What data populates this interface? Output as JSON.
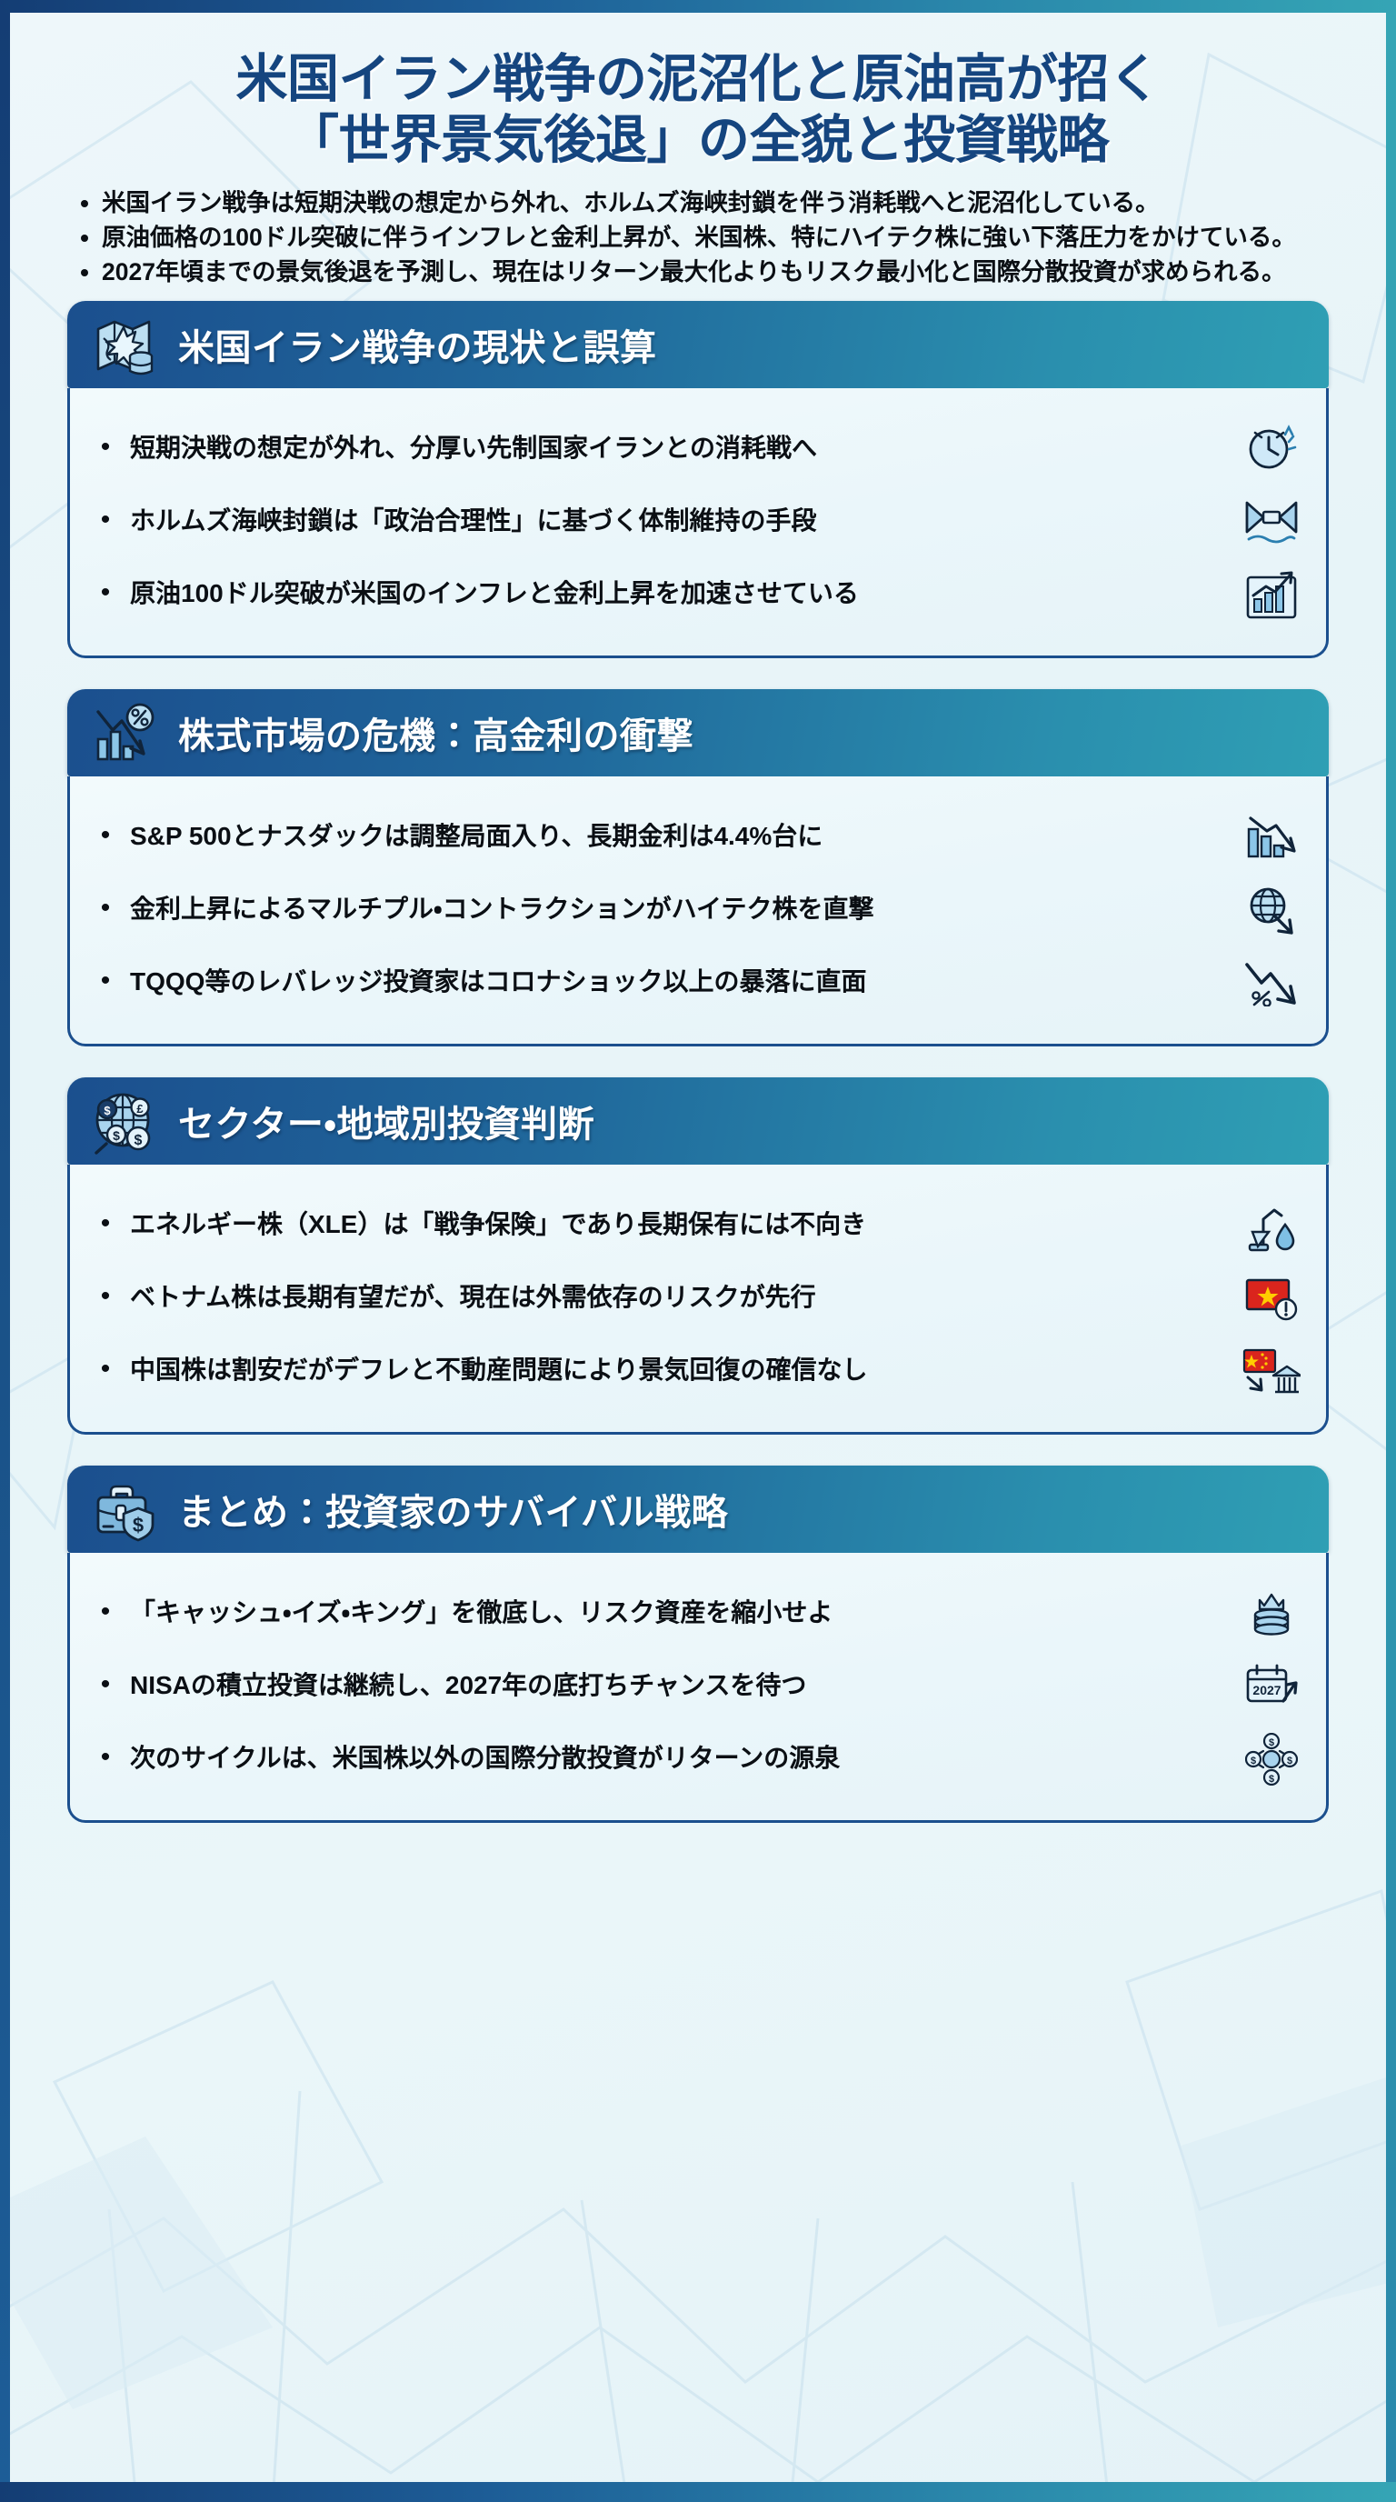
{
  "title": {
    "line1": "米国イラン戦争の泥沼化と原油高が招く",
    "line2": "「世界景気後退」の全貌と投資戦略"
  },
  "intro_bullets": [
    "米国イラン戦争は短期決戦の想定から外れ、ホルムズ海峡封鎖を伴う消耗戦へと泥沼化している。",
    "原油価格の100ドル突破に伴うインフレと金利上昇が、米国株、特にハイテク株に強い下落圧力をかけている。",
    "2027年頃までの景気後退を予測し、現在はリターン最大化よりもリスク最小化と国際分散投資が求められる。"
  ],
  "sections": [
    {
      "id": "war-status",
      "heading": "米国イラン戦争の現状と誤算",
      "head_icon": "map-explosion-oilbarrel-icon",
      "bullet": "•",
      "items": [
        {
          "text": "短期決戦の想定が外れ、分厚い先制国家イランとの消耗戦へ",
          "icon": "clock-warning-icon"
        },
        {
          "text": "ホルムズ海峡封鎖は「政治合理性」に基づく体制維持の手段",
          "icon": "strait-blockade-icon"
        },
        {
          "text": "原油100ドル突破が米国のインフレと金利上昇を加速させている",
          "icon": "rising-bar-chart-icon"
        }
      ]
    },
    {
      "id": "stock-crisis",
      "heading": "株式市場の危機：高金利の衝撃",
      "head_icon": "falling-chart-percent-icon",
      "bullet": "•",
      "items": [
        {
          "text": "S&P 500とナスダックは調整局面入り、長期金利は4.4%台に",
          "icon": "declining-bar-chart-icon"
        },
        {
          "text": "金利上昇によるマルチプル・コントラクションがハイテク株を直撃",
          "icon": "globe-down-arrow-icon"
        },
        {
          "text": "TQQQ等のレバレッジ投資家はコロナショック以上の暴落に直面",
          "icon": "steep-drop-percent-icon"
        }
      ]
    },
    {
      "id": "sector-region",
      "heading": "セクター・地域別投資判断",
      "head_icon": "globe-currency-magnifier-icon",
      "bullet": "•",
      "items": [
        {
          "text": "エネルギー株（XLE）は「戦争保険」であり長期保有には不向き",
          "icon": "oil-pump-drop-icon"
        },
        {
          "text": "ベトナム株は長期有望だが、現在は外需依存のリスクが先行",
          "icon": "vietnam-flag-warning-icon"
        },
        {
          "text": "中国株は割安だがデフレと不動産問題により景気回復の確信なし",
          "icon": "china-flag-decline-icon"
        }
      ]
    },
    {
      "id": "summary-strategy",
      "heading": "まとめ：投資家のサバイバル戦略",
      "head_icon": "briefcase-shield-dollar-icon",
      "bullet": "•",
      "items": [
        {
          "text": "「キャッシュ・イズ・キング」を徹底し、リスク資産を縮小せよ",
          "icon": "coin-stack-crown-icon"
        },
        {
          "text": "NISAの積立投資は継続し、2027年の底打ちチャンスを待つ",
          "icon": "calendar-2027-rebound-icon",
          "label": "2027"
        },
        {
          "text": "次のサイクルは、米国株以外の国際分散投資がリターンの源泉",
          "icon": "diversified-coins-cycle-icon"
        }
      ]
    }
  ],
  "colors": {
    "title_blue": "#15457f",
    "header_gradient_start": "#1b4f8e",
    "header_gradient_end": "#2f9fb4",
    "body_bg": "#eaf6fa",
    "border_blue": "#1b4f8e",
    "icon_fill_light": "#a9d4ee",
    "icon_stroke_dark": "#10243a",
    "flag_red": "#da251d",
    "flag_yellow": "#ffcd00"
  }
}
